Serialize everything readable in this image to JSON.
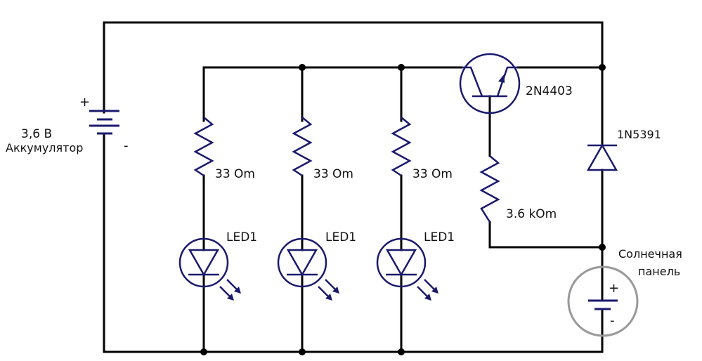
{
  "diagram": {
    "type": "circuit-schematic",
    "battery": {
      "voltage_label": "3,6 В",
      "name_label": "Аккумулятор",
      "plus_sign": "+",
      "minus_sign": "-"
    },
    "led_branches": [
      {
        "resistor_label": "33 Om",
        "led_label": "LED1"
      },
      {
        "resistor_label": "33 Om",
        "led_label": "LED1"
      },
      {
        "resistor_label": "33 Om",
        "led_label": "LED1"
      }
    ],
    "transistor": {
      "label": "2N4403",
      "type": "PNP"
    },
    "base_resistor": {
      "label": "3.6 kOm"
    },
    "diode": {
      "label": "1N5391"
    },
    "solar_panel": {
      "label_line1": "Солнечная",
      "label_line2": "панель",
      "plus_sign": "+",
      "minus_sign": "-"
    },
    "colors": {
      "wire": "#000000",
      "component": "#1a1a6e",
      "solar_circle": "#999999",
      "background": "#ffffff"
    }
  }
}
